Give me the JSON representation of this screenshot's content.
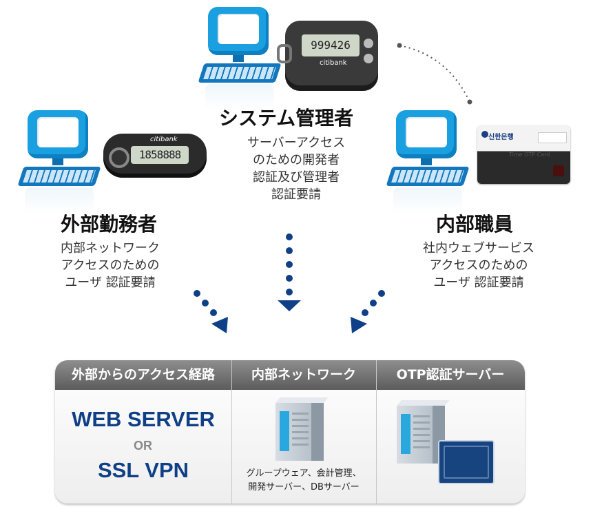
{
  "actors": {
    "admin": {
      "title": "システム管理者",
      "desc": [
        "サーバーアクセス",
        "のための開発者",
        "認証及び管理者",
        "認証要請"
      ],
      "token_display": "999426",
      "token_brand": "citibank"
    },
    "external": {
      "title": "外部勤務者",
      "desc": [
        "内部ネットワーク",
        "アクセスのための",
        "ユーザ 認証要請"
      ],
      "token_display": "1858888",
      "token_brand": "citibank"
    },
    "internal": {
      "title": "内部職員",
      "desc": [
        "社内ウェブサービス",
        "アクセスのための",
        "ユーザ 認証要請"
      ],
      "card_bank": "신한은행",
      "card_label": "Time OTP Card"
    }
  },
  "panel": {
    "columns": [
      {
        "title": "外部からのアクセス経路"
      },
      {
        "title": "内部ネットワーク"
      },
      {
        "title": "OTP認証サーバー"
      }
    ],
    "web_server": "WEB SERVER",
    "or": "OR",
    "ssl_vpn": "SSL VPN",
    "internal_caption": [
      "グループウェア、会計管理、",
      "開発サーバー、DBサーバー"
    ]
  },
  "colors": {
    "arrow": "#0f3f86",
    "accent_blue": "#1aa0e0",
    "header_gray": "#6e6e6e"
  }
}
